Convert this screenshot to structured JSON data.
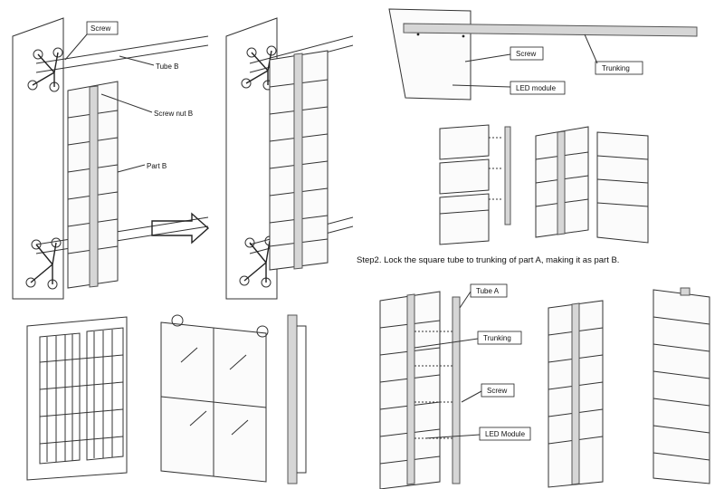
{
  "labels": {
    "screw_top_left": "Screw",
    "tube_b": "Tube B",
    "screw_nut_b": "Screw nut B",
    "part_b": "Part B",
    "screw_top_right": "Screw",
    "trunking_top": "Trunking",
    "led_module_top": "LED module",
    "tube_a": "Tube A",
    "trunking_bottom": "Trunking",
    "screw_bottom": "Screw",
    "led_module_bottom": "LED Module"
  },
  "step2": "Step2. Lock the square tube to trunking of part A, making it as part B.",
  "icons": {
    "arrow": "right-arrow-icon",
    "bracket": "wall-bracket-icon"
  }
}
